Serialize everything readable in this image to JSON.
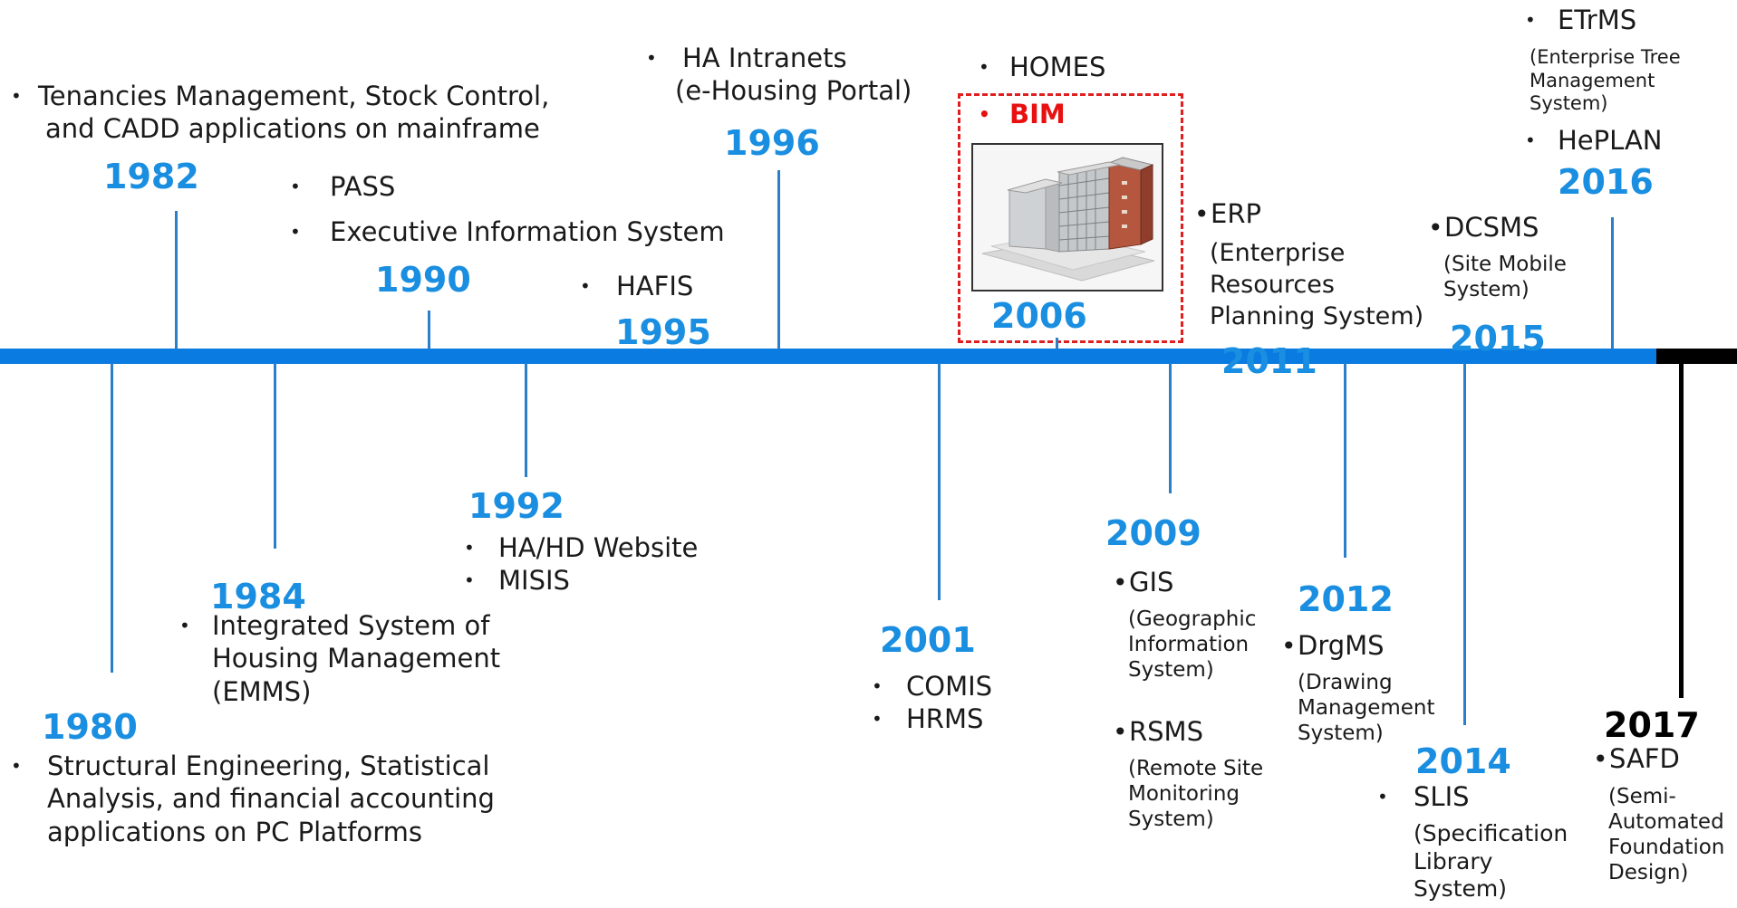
{
  "entries": {
    "y1980": {
      "year": "1980",
      "lines": [
        "Structural Engineering, Statistical",
        "Analysis, and financial accounting",
        "applications on PC Platforms"
      ]
    },
    "y1982": {
      "year": "1982",
      "lines": [
        "Tenancies Management, Stock Control,",
        "and CADD applications on mainframe"
      ]
    },
    "y1984": {
      "year": "1984",
      "lines": [
        "Integrated System of",
        "Housing Management",
        "(EMMS)"
      ]
    },
    "y1990": {
      "year": "1990",
      "items": [
        "PASS",
        "Executive Information System"
      ]
    },
    "y1992": {
      "year": "1992",
      "items": [
        "HA/HD Website",
        "MISIS"
      ]
    },
    "y1995": {
      "year": "1995",
      "items": [
        "HAFIS"
      ]
    },
    "y1996": {
      "year": "1996",
      "lines": [
        "HA Intranets",
        "(e-Housing Portal)"
      ]
    },
    "y2001": {
      "year": "2001",
      "items": [
        "COMIS",
        "HRMS"
      ]
    },
    "y2006": {
      "year": "2006",
      "items": [
        "HOMES",
        "BIM"
      ]
    },
    "y2009": {
      "year": "2009",
      "items": [
        {
          "name": "GIS",
          "desc": [
            "(Geographic",
            "Information",
            "System)"
          ]
        },
        {
          "name": "RSMS",
          "desc": [
            "(Remote Site",
            "Monitoring",
            "System)"
          ]
        }
      ]
    },
    "y2011": {
      "year": "2011",
      "name": "ERP",
      "desc": [
        "(Enterprise",
        "Resources",
        "Planning System)"
      ]
    },
    "y2012": {
      "year": "2012",
      "name": "DrgMS",
      "desc": [
        "(Drawing",
        "Management",
        "System)"
      ]
    },
    "y2014": {
      "year": "2014",
      "name": "SLIS",
      "desc": [
        "(Specification",
        "Library",
        "System)"
      ]
    },
    "y2015": {
      "year": "2015",
      "name": "DCSMS",
      "desc": [
        "(Site Mobile",
        "System)"
      ]
    },
    "y2016": {
      "year": "2016",
      "items": [
        {
          "name": "ETrMS",
          "desc": [
            "(Enterprise Tree",
            "Management",
            "System)"
          ]
        },
        {
          "name": "HePLAN",
          "desc": []
        }
      ]
    },
    "y2017": {
      "year": "2017",
      "name": "SAFD",
      "desc": [
        "(Semi-",
        "Automated",
        "Foundation",
        "Design)"
      ]
    }
  },
  "colors": {
    "axis": "#0a7be0",
    "axis_end": "#000000",
    "year": "#1a8ee0",
    "highlight": "#e81010"
  },
  "icons": {
    "bullet": "bullet-dot",
    "building": "building-model-image"
  }
}
